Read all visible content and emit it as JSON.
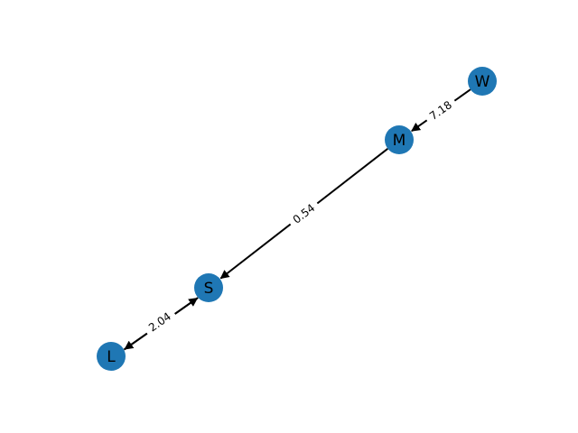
{
  "colors": {
    "node_fill": "#1f77b4",
    "edge": "#000000",
    "label_bg": "#ffffff"
  },
  "nodes": [
    {
      "id": "W",
      "label": "W"
    },
    {
      "id": "M",
      "label": "M"
    },
    {
      "id": "S",
      "label": "S"
    },
    {
      "id": "L",
      "label": "L"
    }
  ],
  "edges": [
    {
      "from": "W",
      "to": "M",
      "weight_label": "7.18"
    },
    {
      "from": "M",
      "to": "S",
      "weight_label": "0.54"
    },
    {
      "from": "S",
      "to": "L",
      "weight_label": "2.04"
    },
    {
      "from": "L",
      "to": "S",
      "weight_label": ""
    }
  ]
}
